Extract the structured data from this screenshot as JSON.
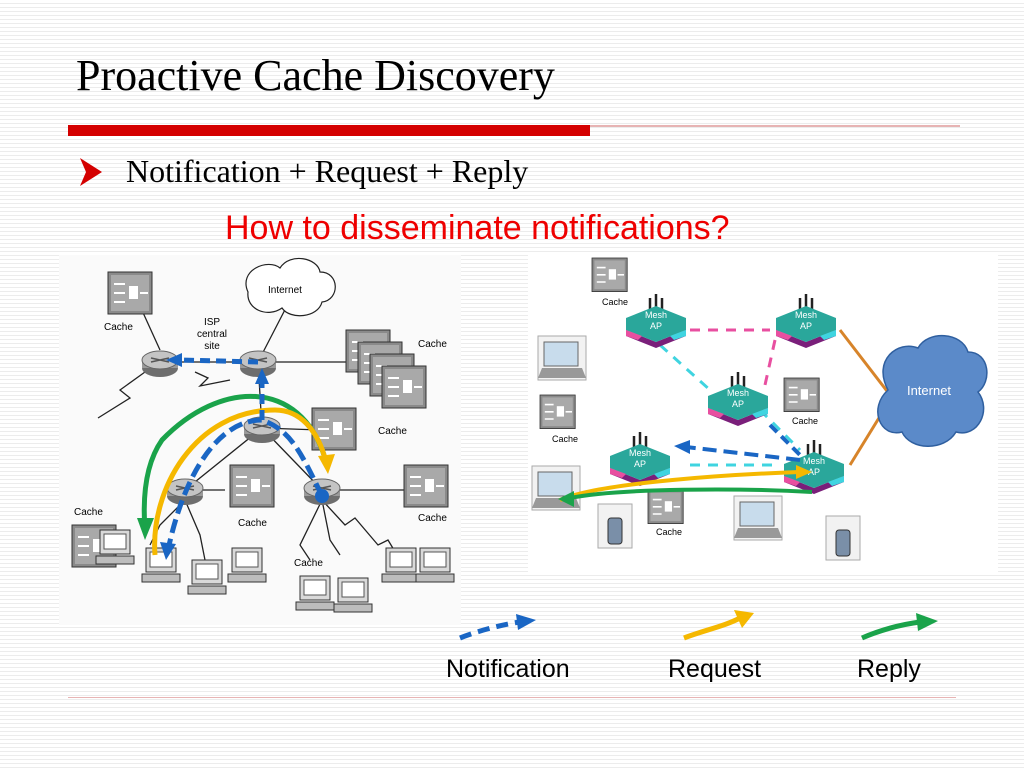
{
  "slide": {
    "title": "Proactive Cache Discovery",
    "bullet": "Notification + Request + Reply",
    "question": "How to disseminate notifications?"
  },
  "left_diagram": {
    "cloud_label": "Internet",
    "isp_label_lines": [
      "ISP",
      "central",
      "site"
    ],
    "cache_label": "Cache"
  },
  "right_diagram": {
    "mesh_ap_label_lines": [
      "Mesh",
      "AP"
    ],
    "cloud_label": "Internet",
    "cache_label": "Cache"
  },
  "legend": {
    "notification": "Notification",
    "request": "Request",
    "reply": "Reply"
  },
  "colors": {
    "title_rule": "#d40000",
    "question_text": "#ee0000",
    "notification_arrow": "#1a66c4",
    "request_arrow": "#f5b800",
    "reply_arrow": "#1aa34a",
    "mesh_ap": "#2aa79b",
    "cloud": "#5b8ac9"
  }
}
